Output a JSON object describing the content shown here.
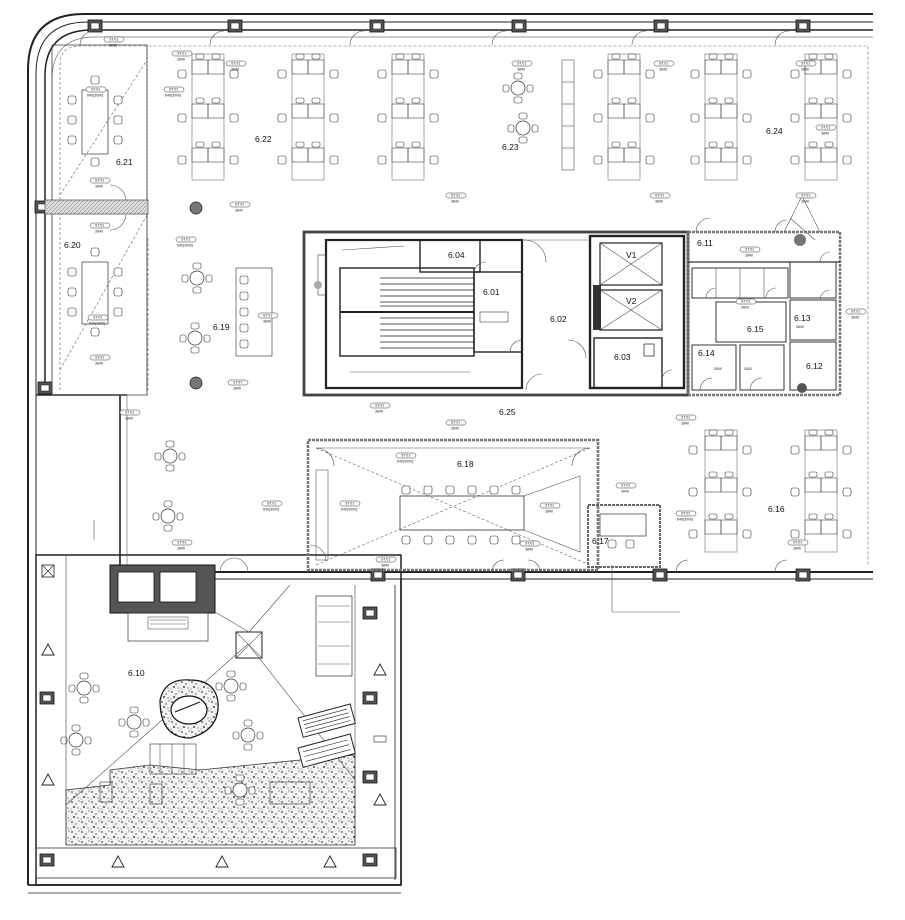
{
  "rooms": {
    "r6_01": "6.01",
    "r6_02": "6.02",
    "r6_03": "6.03",
    "r6_04": "6.04",
    "r6_10": "6.10",
    "r6_11": "6.11",
    "r6_12": "6.12",
    "r6_13": "6.13",
    "r6_14": "6.14",
    "r6_15": "6.15",
    "r6_16": "6.16",
    "r6_17": "6.17",
    "r6_18": "6.18",
    "r6_19": "6.19",
    "r6_20": "6.20",
    "r6_21": "6.21",
    "r6_22": "6.22",
    "r6_23": "6.23",
    "r6_24": "6.24",
    "r6_25": "6.25"
  },
  "lifts": {
    "v1": "V1",
    "v2": "V2"
  },
  "tags": {
    "st01": "ST.01",
    "num3840": "3840",
    "num3600": "3600",
    "num3000": "3000",
    "wall_code": "640(3000)",
    "st07": "ST.07"
  },
  "colors": {
    "wall": "#222222",
    "dash": "#777777",
    "gravel": "#444444"
  }
}
